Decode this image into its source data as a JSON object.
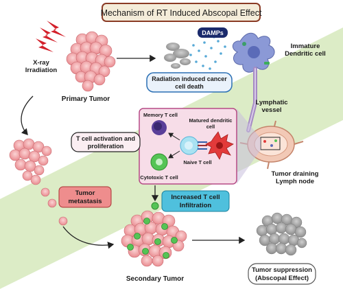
{
  "title": "Mechanism of RT Induced Abscopal Effect",
  "labels": {
    "xray_line1": "X-ray",
    "xray_line2": "Irradiation",
    "primary_tumor": "Primary Tumor",
    "damps": "DAMPs",
    "immature_dc_line1": "Immature",
    "immature_dc_line2": "Dendritic cell",
    "cell_death_line1": "Radiation induced cancer",
    "cell_death_line2": "cell death",
    "lymphatic_line1": "Lymphatic",
    "lymphatic_line2": "vessel",
    "memory_t": "Memory T cell",
    "matured_dc_line1": "Matured dendritic",
    "matured_dc_line2": "cell",
    "naive_t": "Naive T cell",
    "cytotoxic_t": "Cytotoxic T cell",
    "activation_line1": "T cell activation and",
    "activation_line2": "proliferation",
    "lymph_node_line1": "Tumor draining",
    "lymph_node_line2": "Lymph node",
    "metastasis_line1": "Tumor",
    "metastasis_line2": "metastasis",
    "infiltration_line1": "Increased T cell",
    "infiltration_line2": "Infiltration",
    "secondary_tumor": "Secondary Tumor",
    "suppression_line1": "Tumor suppression",
    "suppression_line2": "(Abscopal Effect)"
  },
  "colors": {
    "title_bg": "#f4ecd9",
    "title_border": "#8a3a24",
    "green_bg": "#dcecc6",
    "tumor": "#f2a4a8",
    "panel_bg": "#f7dde8",
    "panel_border": "#b54a85",
    "dc": "#6b7fc4",
    "matured_dc": "#e23a3a",
    "cytotoxic": "#55c455"
  },
  "icons": [
    "lightning-icon",
    "tumor-icon",
    "debris-icon",
    "dendritic-cell-icon",
    "lymph-node-icon",
    "t-cell-icon"
  ]
}
